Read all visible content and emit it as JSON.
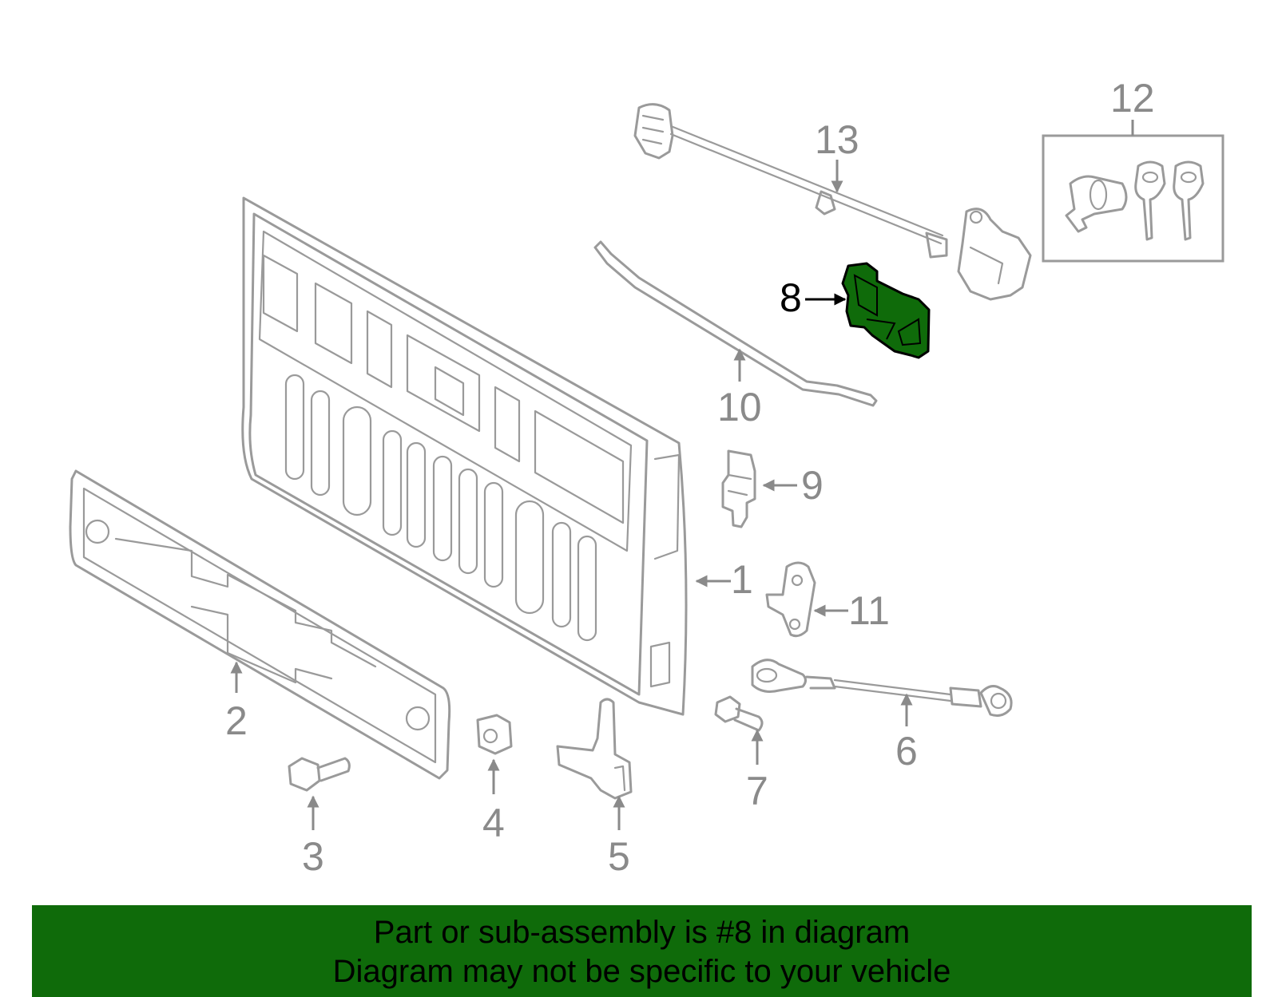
{
  "callouts": {
    "c1": "1",
    "c2": "2",
    "c3": "3",
    "c4": "4",
    "c5": "5",
    "c6": "6",
    "c7": "7",
    "c8": "8",
    "c9": "9",
    "c10": "10",
    "c11": "11",
    "c12": "12",
    "c13": "13"
  },
  "highlighted_part": "8",
  "colors": {
    "highlight": "#0f6b0a",
    "banner": "#0f6b0a",
    "lines": "#9a9a9a"
  },
  "banner": {
    "line1": "Part or sub-assembly is #8 in diagram",
    "line2": "Diagram may not be specific to your vehicle"
  }
}
